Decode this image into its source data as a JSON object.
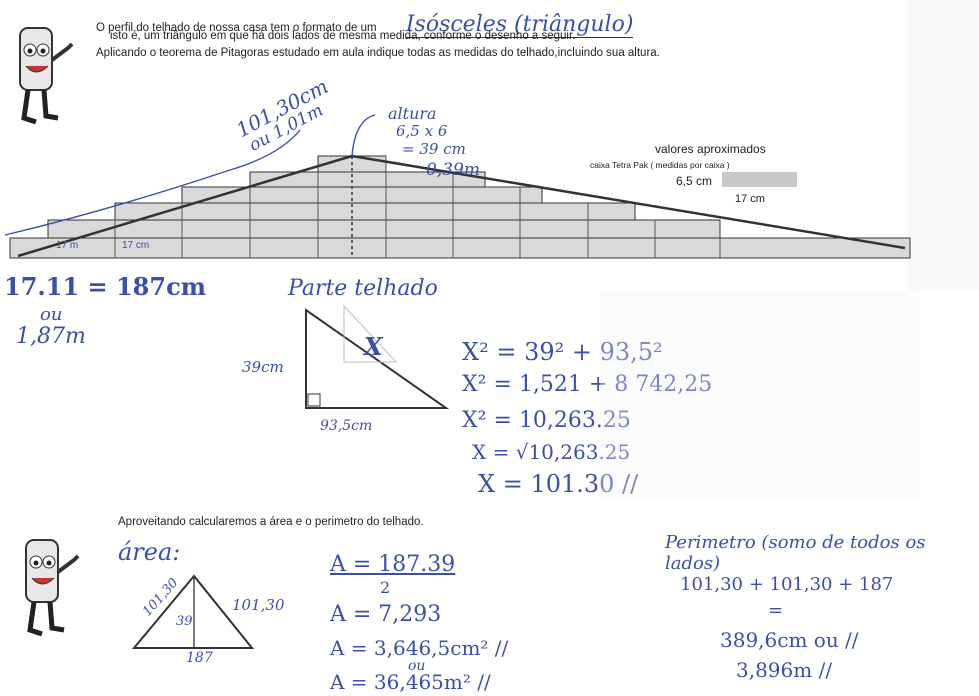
{
  "intro": {
    "line1": "O perfil do telhado de nossa casa tem o formato de um",
    "line1_answer": "Isósceles (triângulo)",
    "line2": "isto é, um triângulo em que  há dois lados de mesma medida, conforme o desenho a seguir.",
    "line3": "Aplicando o teorema de Pitagoras estudado em aula indique todas as medidas do telhado,incluindo sua altura."
  },
  "roof_notes": {
    "side_a": "101,30cm",
    "side_b": "ou 1,01m",
    "height_label": "altura",
    "height_calc": "6,5 x 6",
    "height_cm": "= 39 cm",
    "height_m": "0,39m"
  },
  "box_info": {
    "title": "valores aproximados",
    "subtitle": "caixa Tetra Pak ( medidas por caixa )",
    "width": "6,5 cm",
    "length": "17 cm"
  },
  "brick_labels": [
    "17 m",
    "17 cm"
  ],
  "base": {
    "calc": "17.11 = 187cm",
    "or": "ou",
    "meters": "1,87m"
  },
  "part": {
    "title": "Parte telhado",
    "height": "39cm",
    "base": "93,5cm",
    "mark": "X"
  },
  "pythagoras": [
    "X² = 39² + 93,5²",
    "X² = 1,521 + 8 742,25",
    "X² = 10,263.25",
    "X = √10,263.25",
    "X = 101.30 //"
  ],
  "section2": {
    "text": "Aproveitando calcularemos a área e o perimetro do  telhado.",
    "area_title": "área:",
    "tri_left": "101,30",
    "tri_right": "101,30",
    "tri_h": "39",
    "tri_base": "187",
    "area_lines": [
      "A = 187.39",
      "2",
      "A = 7,293",
      "A = 3,646,5cm² //",
      "ou",
      "A = 36,465m² //"
    ],
    "perimeter_title": "Perimetro (somo de todos os lados)",
    "perimeter_lines": [
      "101,30 + 101,30 + 187",
      "=",
      "389,6cm ou //",
      "3,896m //"
    ]
  },
  "colors": {
    "ink": "#3a4fa8",
    "brick": "#d9d9d9",
    "line": "#333333"
  }
}
